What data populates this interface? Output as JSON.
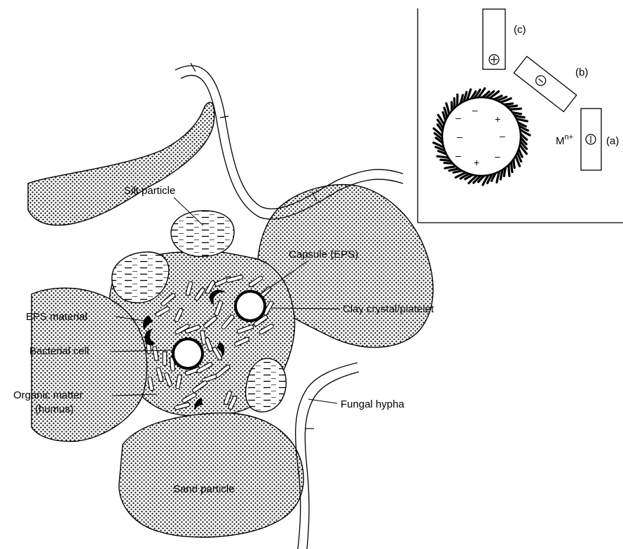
{
  "labels": {
    "silt": "Silt particle",
    "capsule": "Capsule (EPS)",
    "eps": "EPS material",
    "clay": "Clay crystal/platelet",
    "bacterial": "Bacterial cell",
    "organic_line1": "Organic matter",
    "organic_line2": "(humus)",
    "fungal": "Fungal hypha",
    "sand": "Sand particle"
  },
  "inset": {
    "a": "(a)",
    "b": "(b)",
    "c": "(c)",
    "metal": "M",
    "metal_sup": "n+",
    "minus": "–",
    "plus": "+"
  }
}
